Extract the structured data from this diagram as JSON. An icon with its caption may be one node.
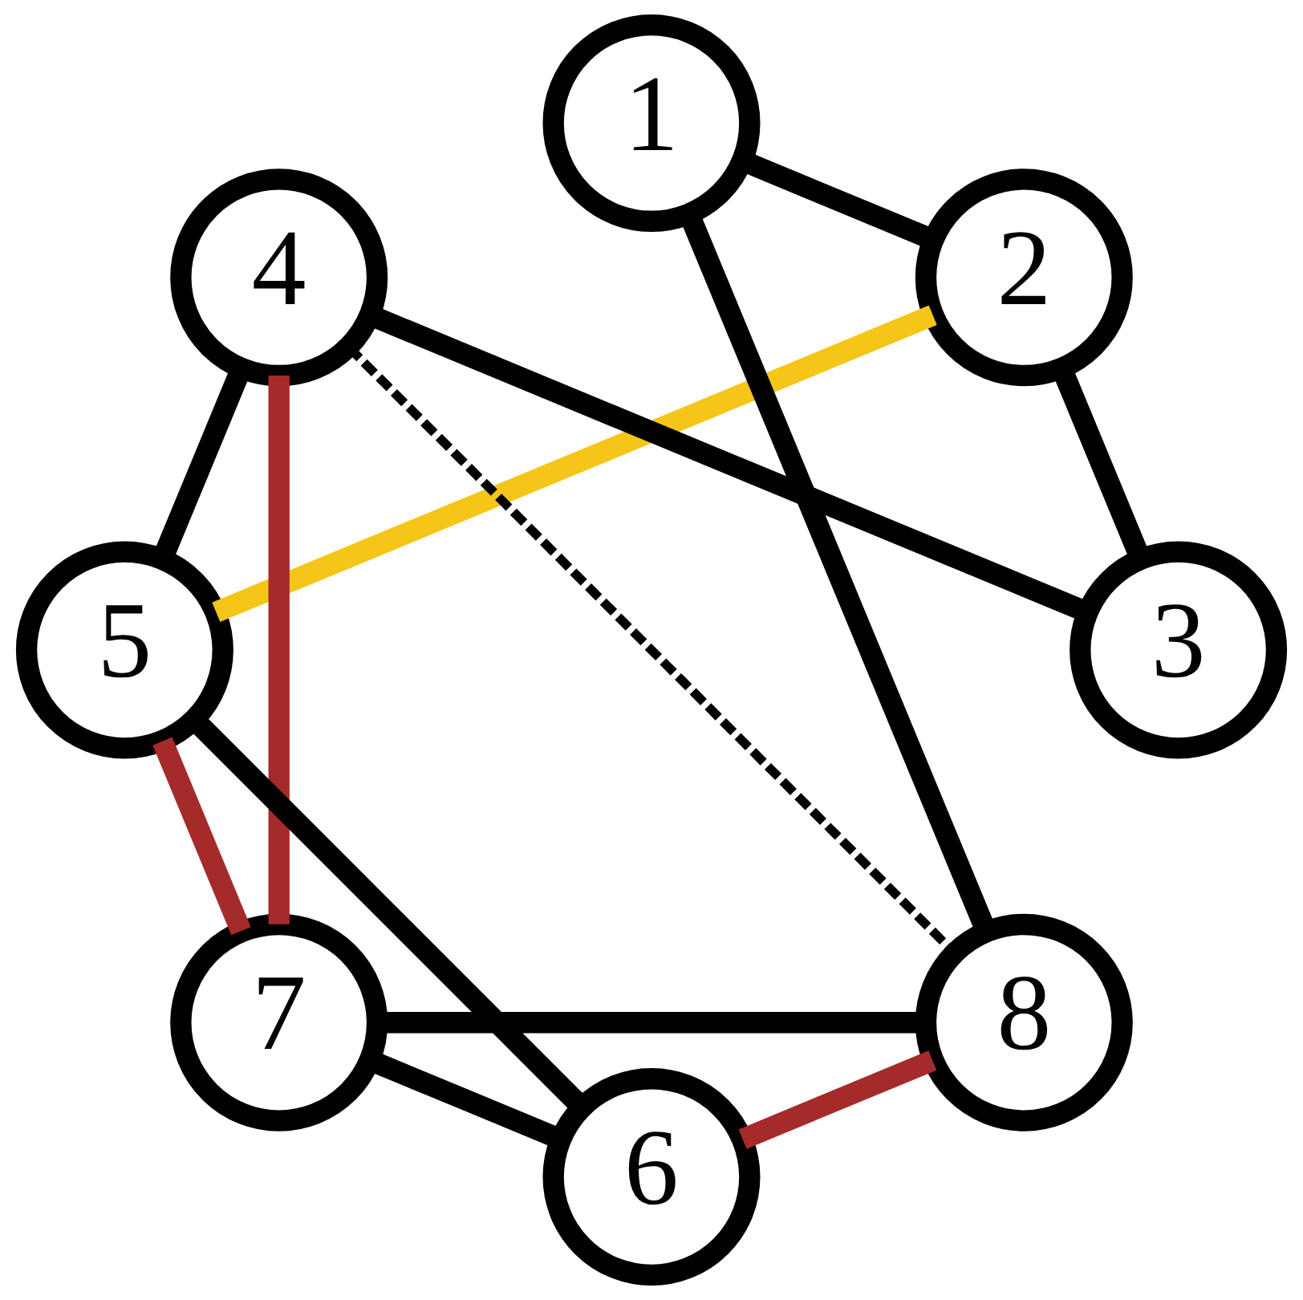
{
  "diagram": {
    "nodes": [
      {
        "text": [
          "1"
        ]
      },
      {
        "text": [
          "2"
        ]
      },
      {
        "text": [
          "3"
        ]
      },
      {
        "text": [
          "4"
        ]
      },
      {
        "text": [
          "5"
        ]
      },
      {
        "text": [
          "6"
        ]
      },
      {
        "text": [
          "7"
        ]
      },
      {
        "text": [
          "8"
        ]
      }
    ],
    "edges": [
      {
        "from": 0,
        "to": 1,
        "arrow": "none"
      },
      {
        "from": 1,
        "to": 2,
        "arrow": "none"
      },
      {
        "from": 2,
        "to": 3,
        "arrow": "none"
      },
      {
        "from": 3,
        "to": 4,
        "arrow": "none"
      },
      {
        "from": 4,
        "to": 5,
        "arrow": "none"
      },
      {
        "from": 5,
        "to": 6,
        "arrow": "none"
      },
      {
        "from": 6,
        "to": 7,
        "arrow": "none"
      },
      {
        "from": 7,
        "to": 0,
        "arrow": "none"
      },
      {
        "from": 1,
        "to": 4,
        "arrow": "none",
        "color": "#f5c518"
      },
      {
        "from": 3,
        "to": 7,
        "arrow": "none",
        "style": "dashed"
      },
      {
        "from": 3,
        "to": 6,
        "arrow": "none",
        "color": "#a52a2a"
      },
      {
        "from": 4,
        "to": 6,
        "arrow": "none",
        "color": "#a52a2a"
      },
      {
        "from": 5,
        "to": 7,
        "arrow": "none",
        "color": "#a52a2a"
      }
    ]
  }
}
